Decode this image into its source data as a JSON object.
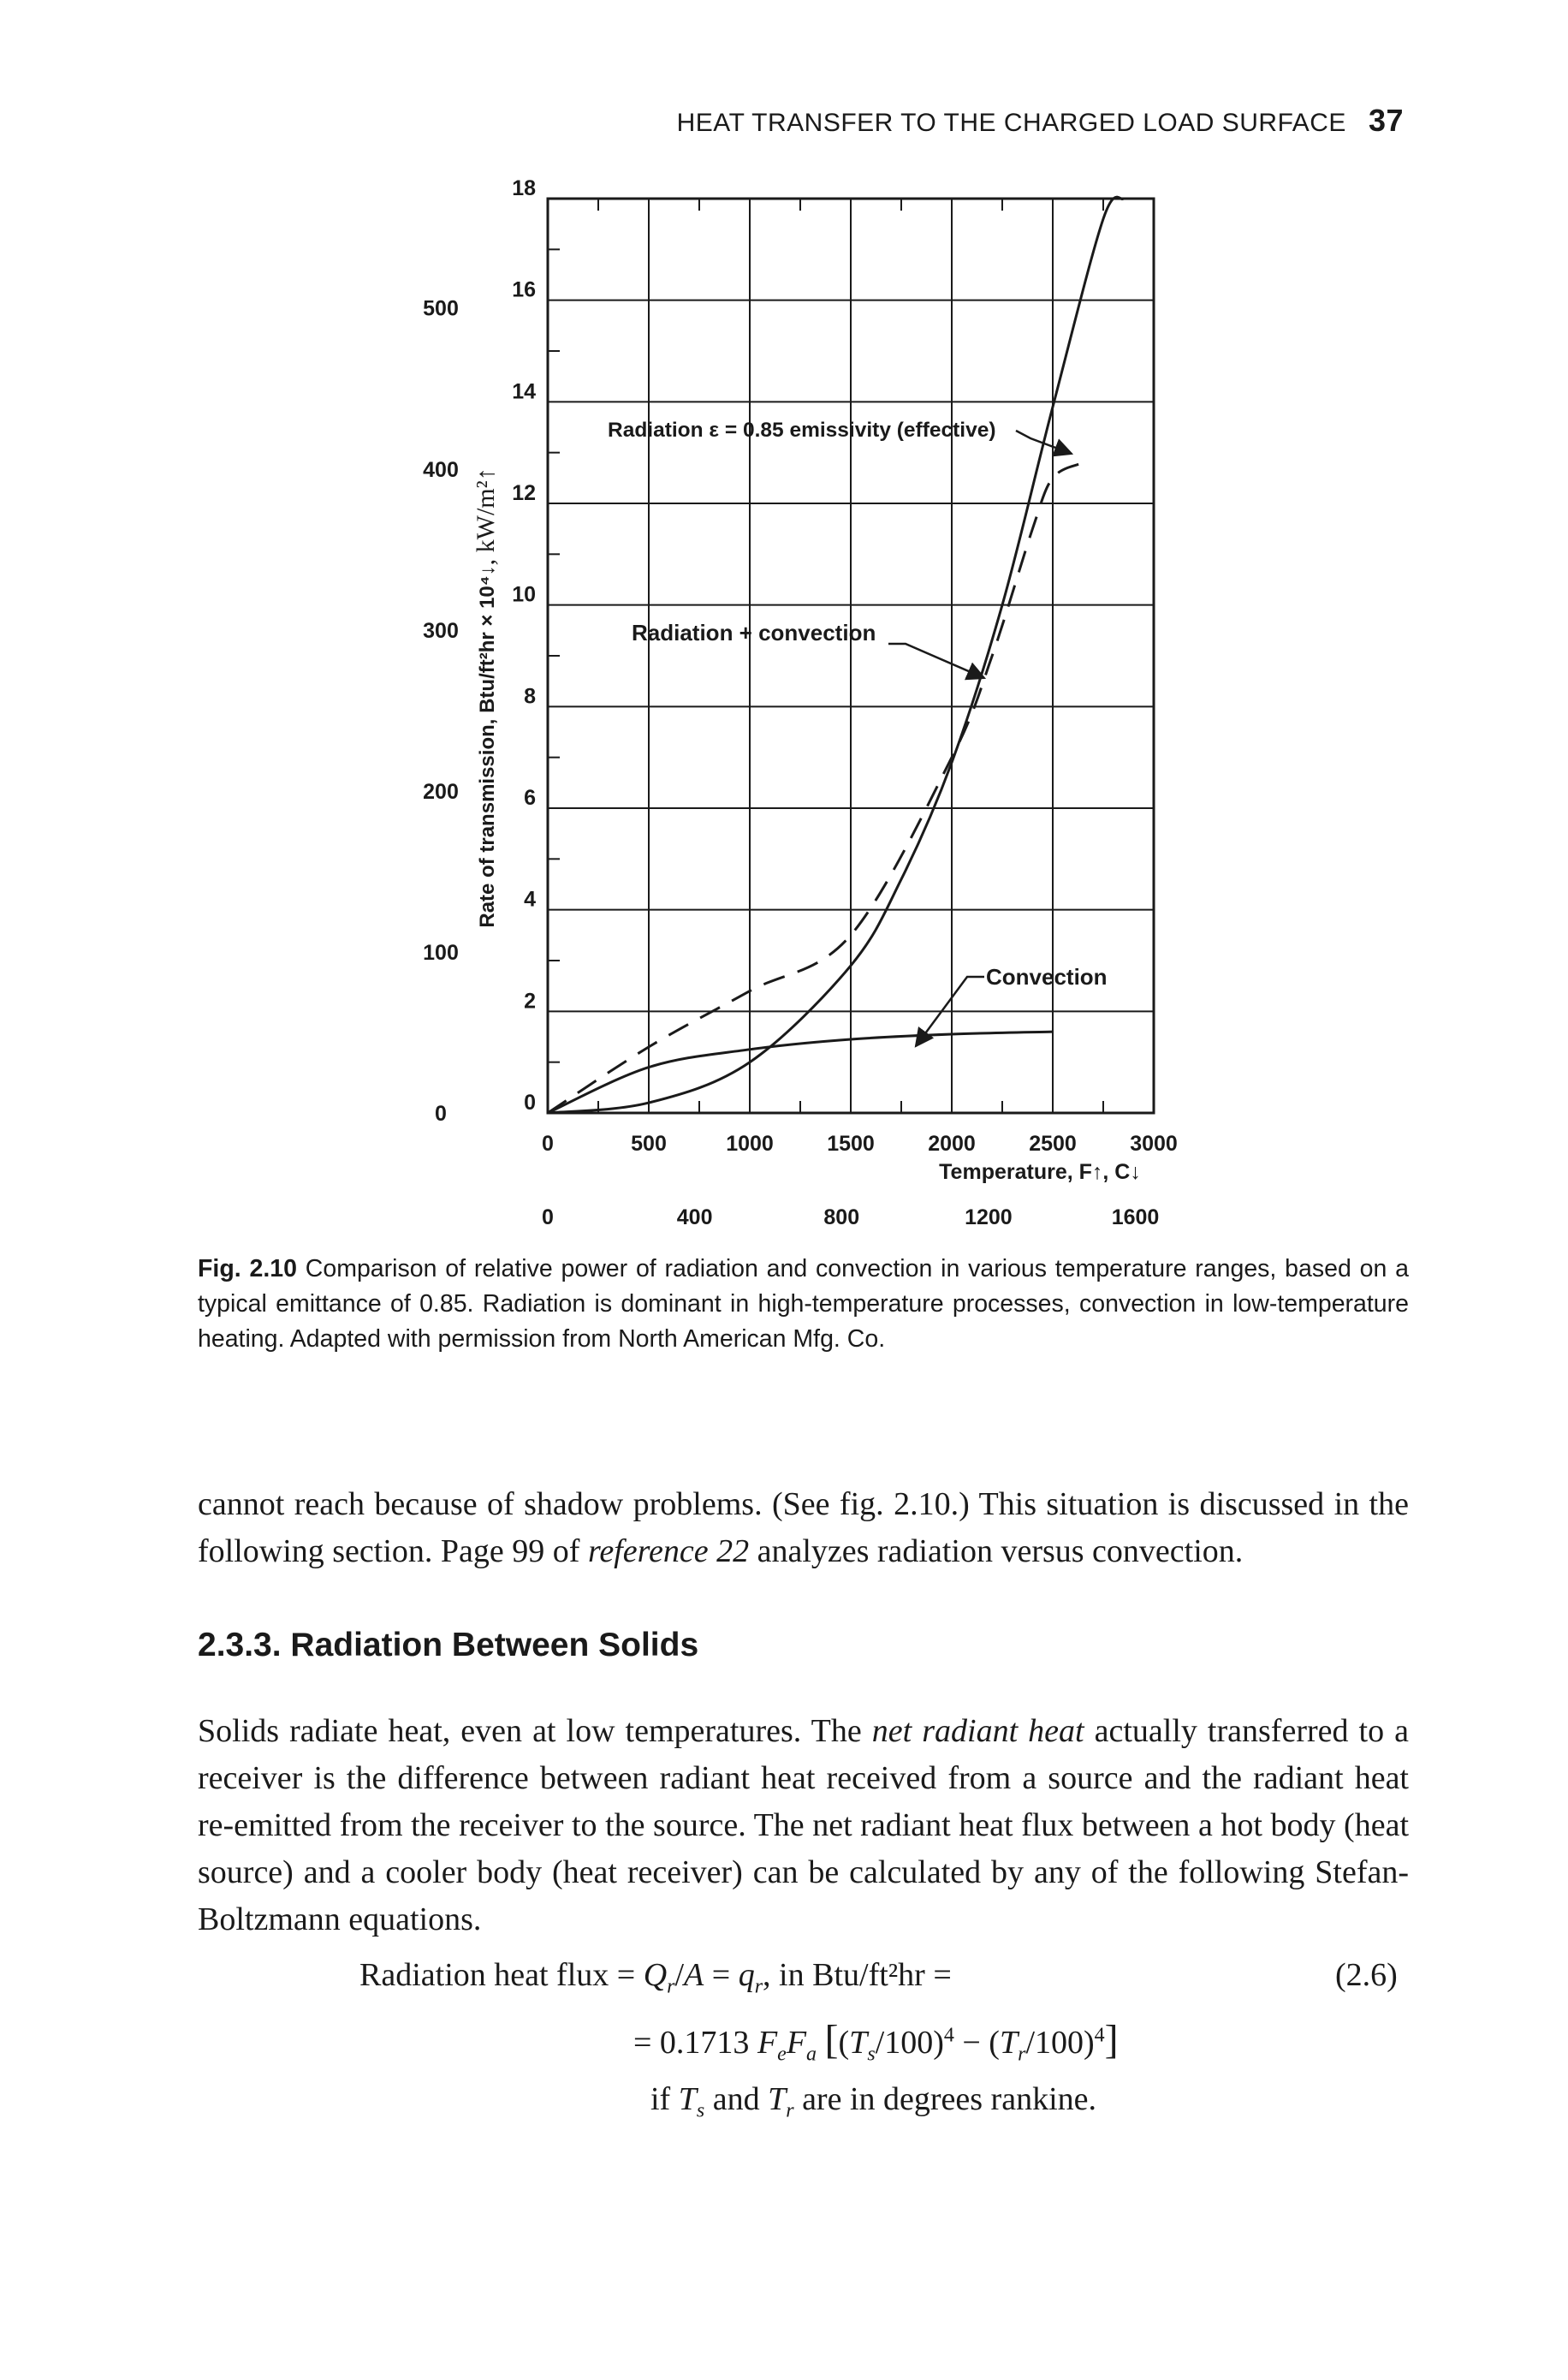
{
  "header": {
    "running_title": "HEAT TRANSFER TO THE CHARGED LOAD SURFACE",
    "page_number": "37"
  },
  "chart_data": {
    "type": "line",
    "x_primary_ticks": [
      "0",
      "500",
      "1000",
      "1500",
      "2000",
      "2500",
      "3000"
    ],
    "x_secondary_ticks": [
      "0",
      "400",
      "800",
      "1200",
      "1600"
    ],
    "xlabel": "Temperature, F↑, C↓",
    "xlim": [
      0,
      3000
    ],
    "y_primary_ticks": [
      "0",
      "2",
      "4",
      "6",
      "8",
      "10",
      "12",
      "14",
      "16",
      "18"
    ],
    "y_secondary_ticks": [
      "0",
      "100",
      "200",
      "300",
      "400",
      "500"
    ],
    "ylabel_main": "Rate of transmission, Btu/ft²hr × 10⁴↓",
    "ylabel_secondary": ", kW/m²↑",
    "ylim": [
      0,
      18
    ],
    "grid": true,
    "series": [
      {
        "name": "Radiation ε = 0.85 emissivity (effective)",
        "style": "solid",
        "x": [
          0,
          500,
          1000,
          1500,
          1750,
          2000,
          2250,
          2500,
          2750,
          2850
        ],
        "y": [
          0,
          0.2,
          1.0,
          2.9,
          4.6,
          6.9,
          10.0,
          13.9,
          17.6,
          18
        ]
      },
      {
        "name": "Radiation + convection",
        "style": "dashed",
        "x": [
          0,
          500,
          1000,
          1500,
          2000,
          2200,
          2400,
          2500,
          2650
        ],
        "y": [
          0,
          1.3,
          2.4,
          3.5,
          7.0,
          9.0,
          11.5,
          12.5,
          12.8
        ]
      },
      {
        "name": "Convection",
        "style": "solid",
        "x": [
          0,
          500,
          1000,
          1500,
          2000,
          2500
        ],
        "y": [
          0,
          0.9,
          1.25,
          1.45,
          1.55,
          1.6
        ]
      }
    ],
    "annotations": {
      "radiation": "Radiation ε = 0.85 emissivity (effective)",
      "radiation_convection": "Radiation + convection",
      "convection": "Convection"
    }
  },
  "caption": {
    "label": "Fig. 2.10",
    "text": "Comparison of relative power of radiation and convection in various temperature ranges, based on a typical emittance of 0.85. Radiation is dominant in high-temperature processes, convection in low-temperature heating. Adapted with permission from North American Mfg. Co."
  },
  "body": {
    "p1_a": "cannot reach because of shadow problems. (See fig. 2.10.) This situation is discussed in the following section. Page 99 of ",
    "p1_ref": "reference 22",
    "p1_b": " analyzes radiation versus convection.",
    "section_heading": "2.3.3. Radiation Between Solids",
    "p2_a": "Solids radiate heat, even at low temperatures. The ",
    "p2_em": "net radiant heat",
    "p2_b": " actually transferred to a receiver is the difference between radiant heat received from a source and the radiant heat re-emitted from the receiver to the source. The net radiant heat flux between a hot body (heat source) and a cooler body (heat receiver) can be calculated by any of the following Stefan-Boltzmann equations."
  },
  "equation": {
    "line1_prefix": "Radiation heat flux = ",
    "line1_unit": ", in Btu/ft²hr =",
    "line2_coef": "= 0.1713 ",
    "line3": "if T_s and T_r are in degrees rankine.",
    "number": "(2.6)"
  }
}
